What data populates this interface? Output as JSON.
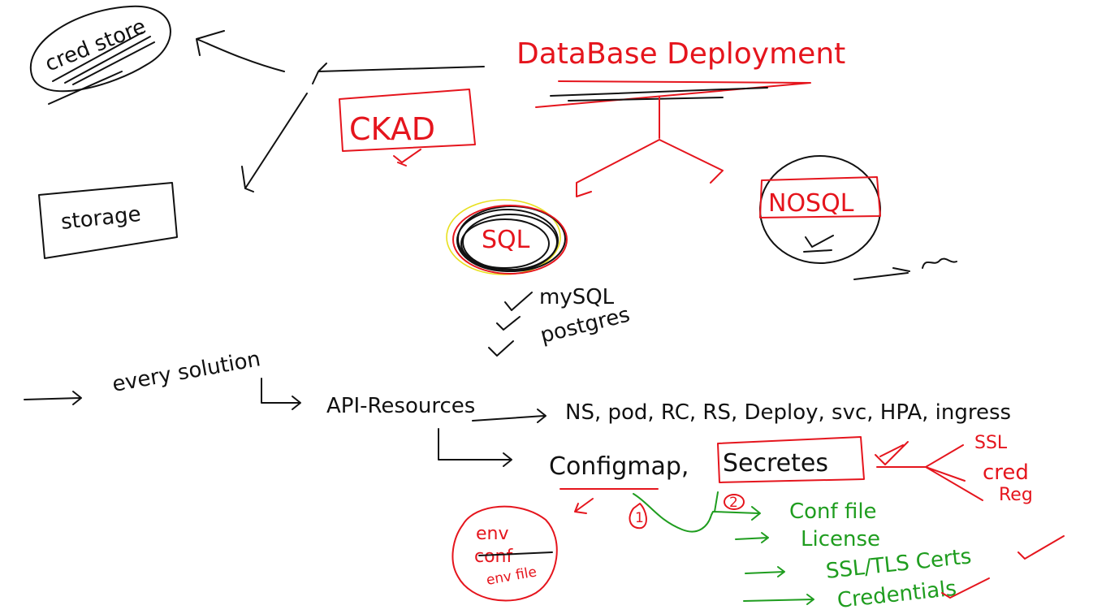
{
  "colors": {
    "ink": "#111111",
    "red": "#e5151d",
    "green": "#1f9d1f",
    "yellow": "#e8e020"
  },
  "diagram": {
    "cred_store": "cred store",
    "storage": "storage",
    "title": "DataBase Deployment",
    "ckad": "CKAD",
    "sql": "SQL",
    "nosql": "NOSQL",
    "mysql": "mySQL",
    "postgres": "postgres",
    "every_solution": "every solution",
    "api_resources": "API-Resources",
    "resource_list": "NS, pod, RC, RS, Deploy, svc, HPA, ingress",
    "configmap": "Configmap,",
    "secretes": "Secretes",
    "ssl": "SSL",
    "cred": "cred",
    "reg": "Reg",
    "conf_file": "Conf file",
    "license": "License",
    "ssl_tls": "SSL/TLS Certs",
    "credentials": "Credentials",
    "env": "env",
    "conf": "conf",
    "env_file": "env file",
    "num_1": "1",
    "num_2": "2"
  }
}
